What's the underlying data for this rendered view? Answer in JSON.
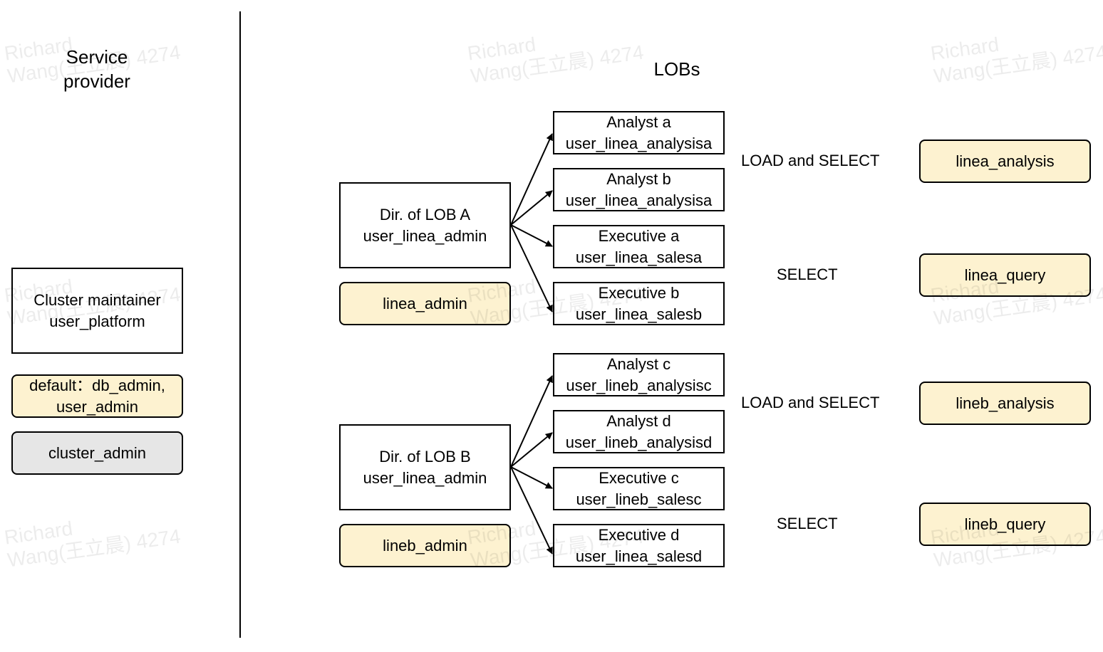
{
  "service_provider": {
    "heading_line1": "Service",
    "heading_line2": "provider",
    "maintainer": {
      "title": "Cluster maintainer",
      "user": "user_platform"
    },
    "default_roles": {
      "line1": "default：db_admin,",
      "line2": "user_admin"
    },
    "cluster_role": "cluster_admin"
  },
  "lobs": {
    "heading": "LOBs",
    "lob_a": {
      "director": {
        "title": "Dir. of LOB A",
        "user": "user_linea_admin"
      },
      "admin_role": "linea_admin",
      "members": [
        {
          "title": "Analyst a",
          "user": "user_linea_analysisa"
        },
        {
          "title": "Analyst b",
          "user": "user_linea_analysisa"
        },
        {
          "title": "Executive a",
          "user": "user_linea_salesa"
        },
        {
          "title": "Executive b",
          "user": "user_linea_salesb"
        }
      ],
      "analysts_privilege": "LOAD and SELECT",
      "executives_privilege": "SELECT",
      "analysis_role": "linea_analysis",
      "query_role": "linea_query"
    },
    "lob_b": {
      "director": {
        "title": "Dir. of LOB B",
        "user": "user_linea_admin"
      },
      "admin_role": "lineb_admin",
      "members": [
        {
          "title": "Analyst c",
          "user": "user_lineb_analysisc"
        },
        {
          "title": "Analyst d",
          "user": "user_lineb_analysisd"
        },
        {
          "title": "Executive c",
          "user": "user_lineb_salesc"
        },
        {
          "title": "Executive d",
          "user": "user_linea_salesd"
        }
      ],
      "analysts_privilege": "LOAD and SELECT",
      "executives_privilege": "SELECT",
      "analysis_role": "lineb_analysis",
      "query_role": "lineb_query"
    }
  },
  "watermark": {
    "line1": "Richard",
    "line2": "Wang(王立晨) 4274"
  },
  "colors": {
    "role_fill": "#fdf2d0",
    "cluster_role_fill": "#e6e6e6",
    "border": "#000000"
  }
}
